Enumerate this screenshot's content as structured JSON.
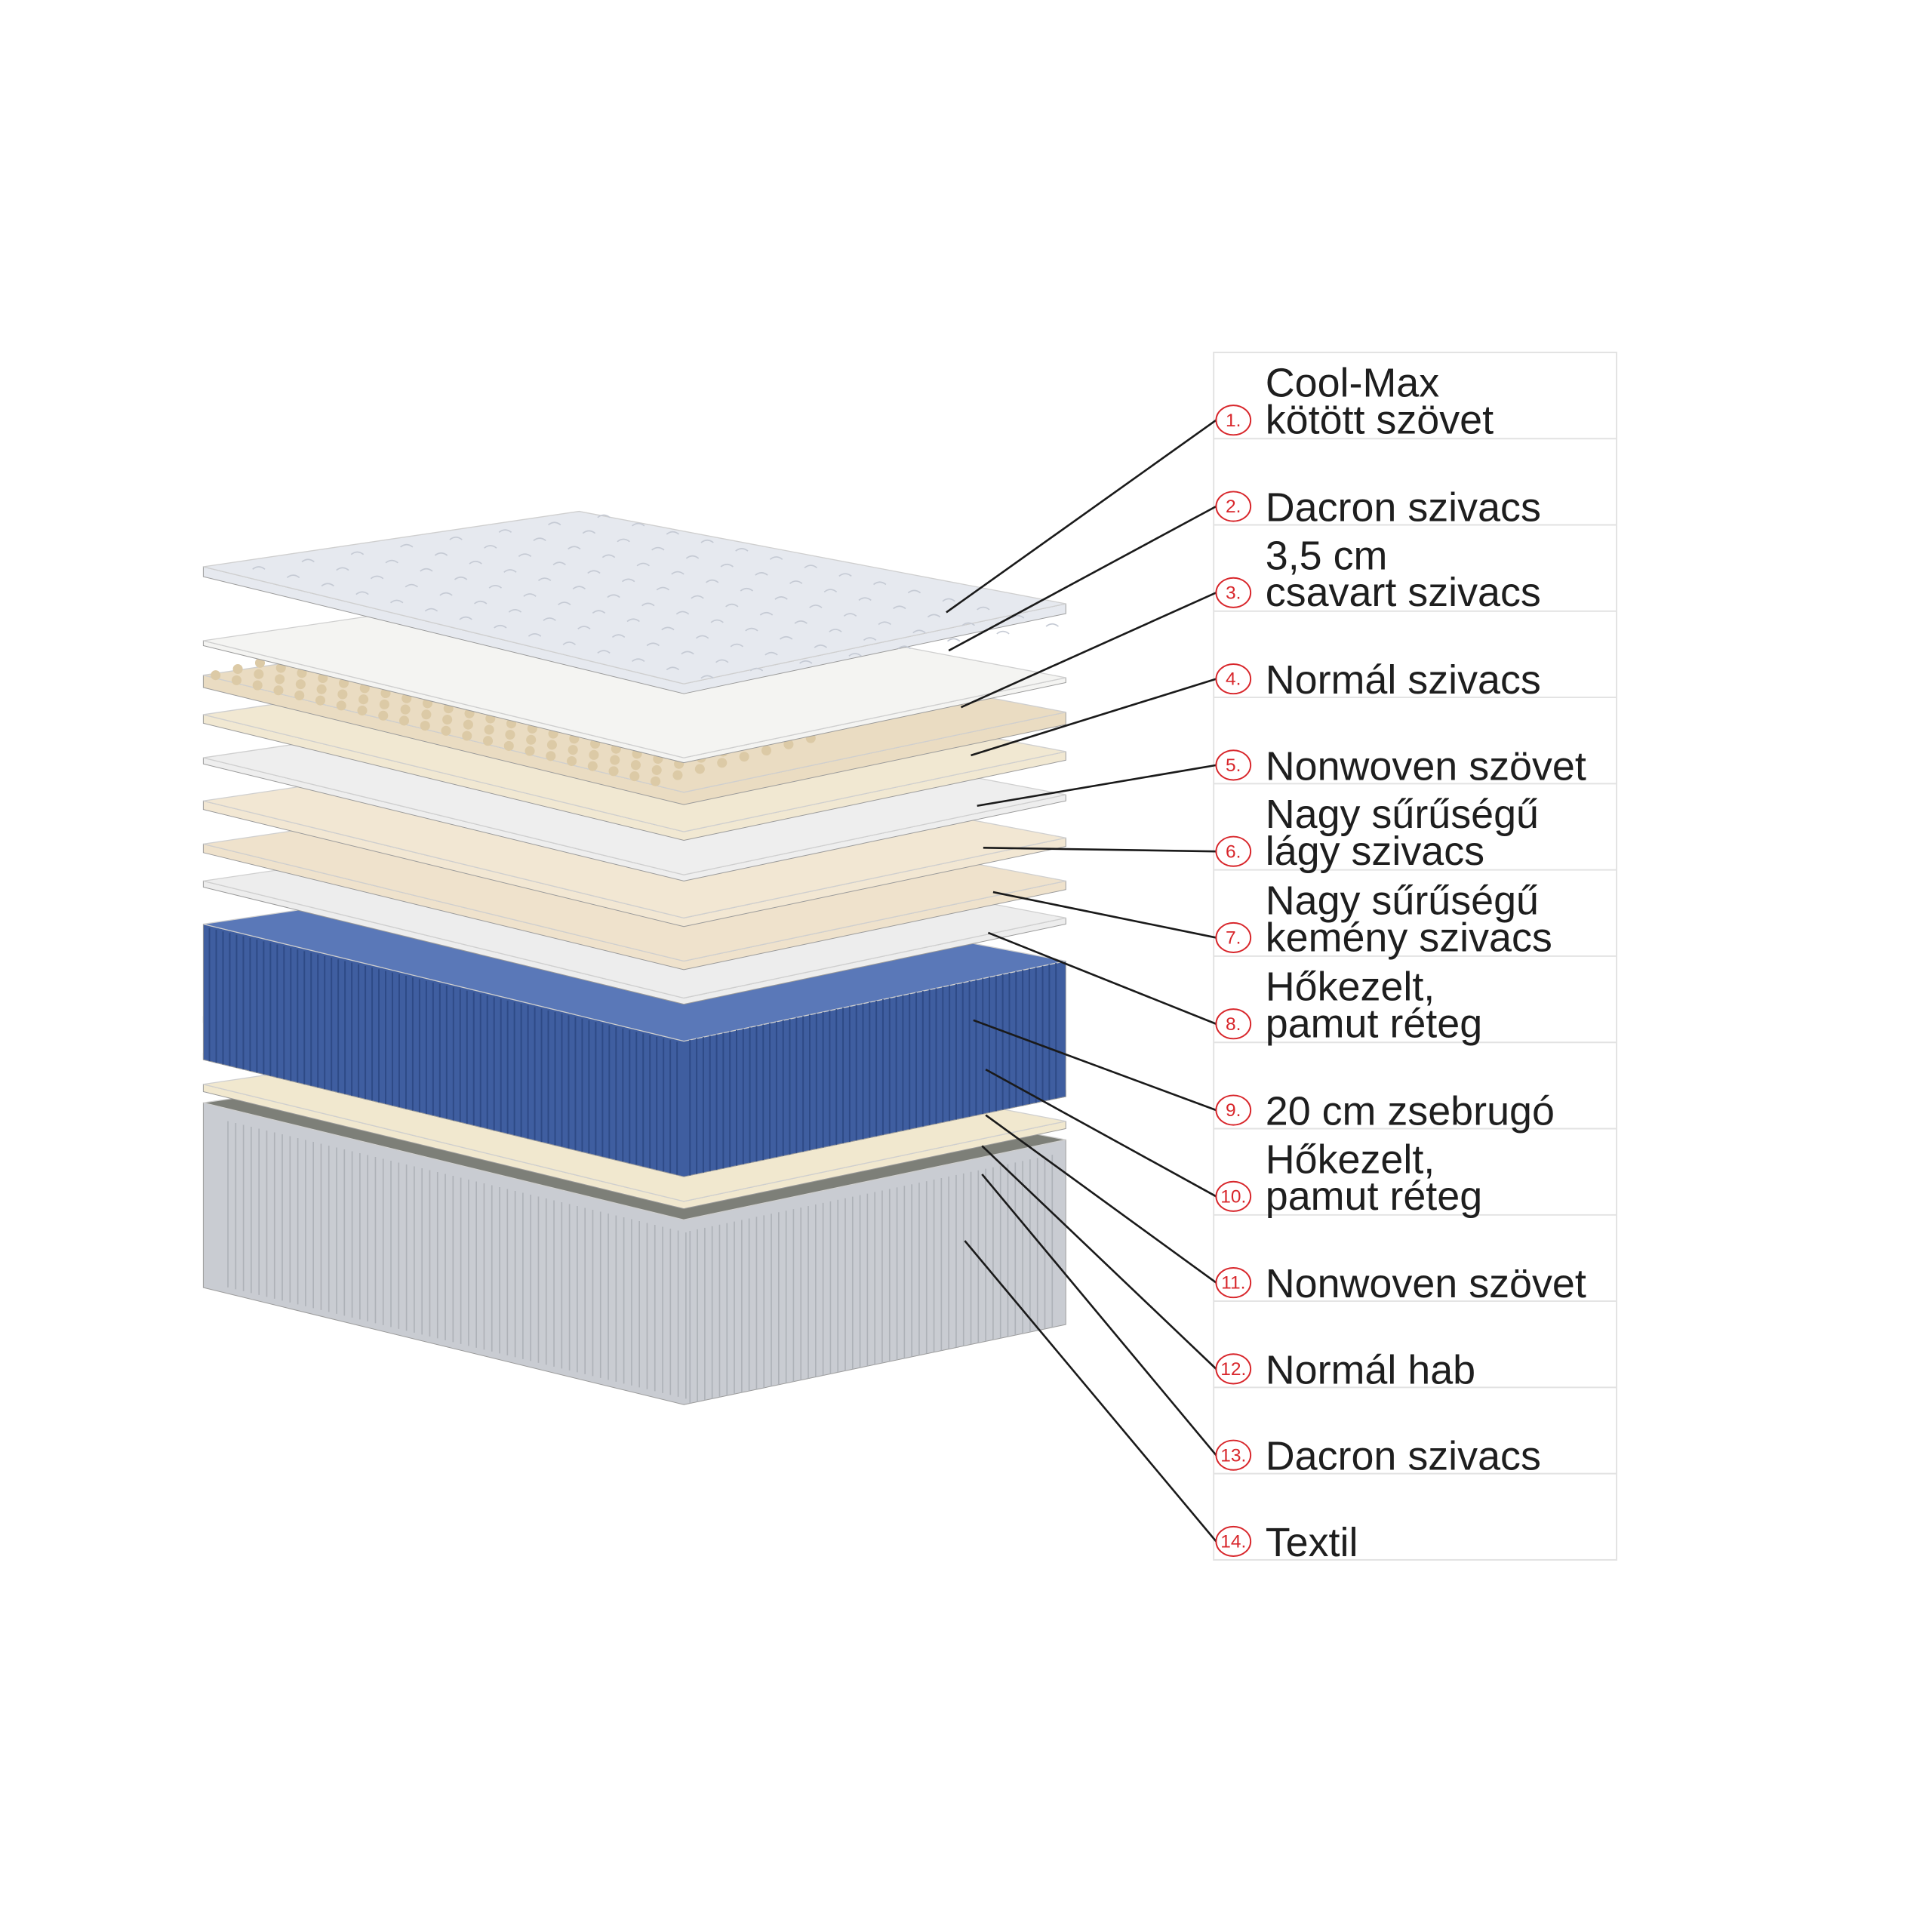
{
  "diagram": {
    "type": "mattress-layer-diagram",
    "accent_color": "#d8262b",
    "layers": [
      {
        "number": "1.",
        "lines": [
          "Cool-Max",
          "kötött szövet"
        ],
        "color": "#e6e9ef"
      },
      {
        "number": "2.",
        "lines": [
          "Dacron szivacs"
        ],
        "color": "#f4f4f2"
      },
      {
        "number": "3.",
        "lines": [
          "3,5 cm",
          "csavart szivacs"
        ],
        "color": "#eadcc2"
      },
      {
        "number": "4.",
        "lines": [
          "Normál szivacs"
        ],
        "color": "#f1e8d2"
      },
      {
        "number": "5.",
        "lines": [
          "Nonwoven szövet"
        ],
        "color": "#eeeeee"
      },
      {
        "number": "6.",
        "lines": [
          "Nagy sűrűségű",
          "lágy szivacs"
        ],
        "color": "#f2e7d3"
      },
      {
        "number": "7.",
        "lines": [
          "Nagy sűrűségű",
          "kemény szivacs"
        ],
        "color": "#efe2cc"
      },
      {
        "number": "8.",
        "lines": [
          "Hőkezelt,",
          "pamut réteg"
        ],
        "color": "#ededed"
      },
      {
        "number": "9.",
        "lines": [
          "20 cm zsebrugó"
        ],
        "color": "#4a68a8"
      },
      {
        "number": "10.",
        "lines": [
          "Hőkezelt,",
          "pamut réteg"
        ],
        "color": "#efefef"
      },
      {
        "number": "11.",
        "lines": [
          "Nonwoven szövet"
        ],
        "color": "#f3f3f3"
      },
      {
        "number": "12.",
        "lines": [
          "Normál hab"
        ],
        "color": "#f1e8cf"
      },
      {
        "number": "13.",
        "lines": [
          "Dacron szivacs"
        ],
        "color": "#7d7f78"
      },
      {
        "number": "14.",
        "lines": [
          "Textil"
        ],
        "color": "#c9ccd2"
      }
    ]
  }
}
